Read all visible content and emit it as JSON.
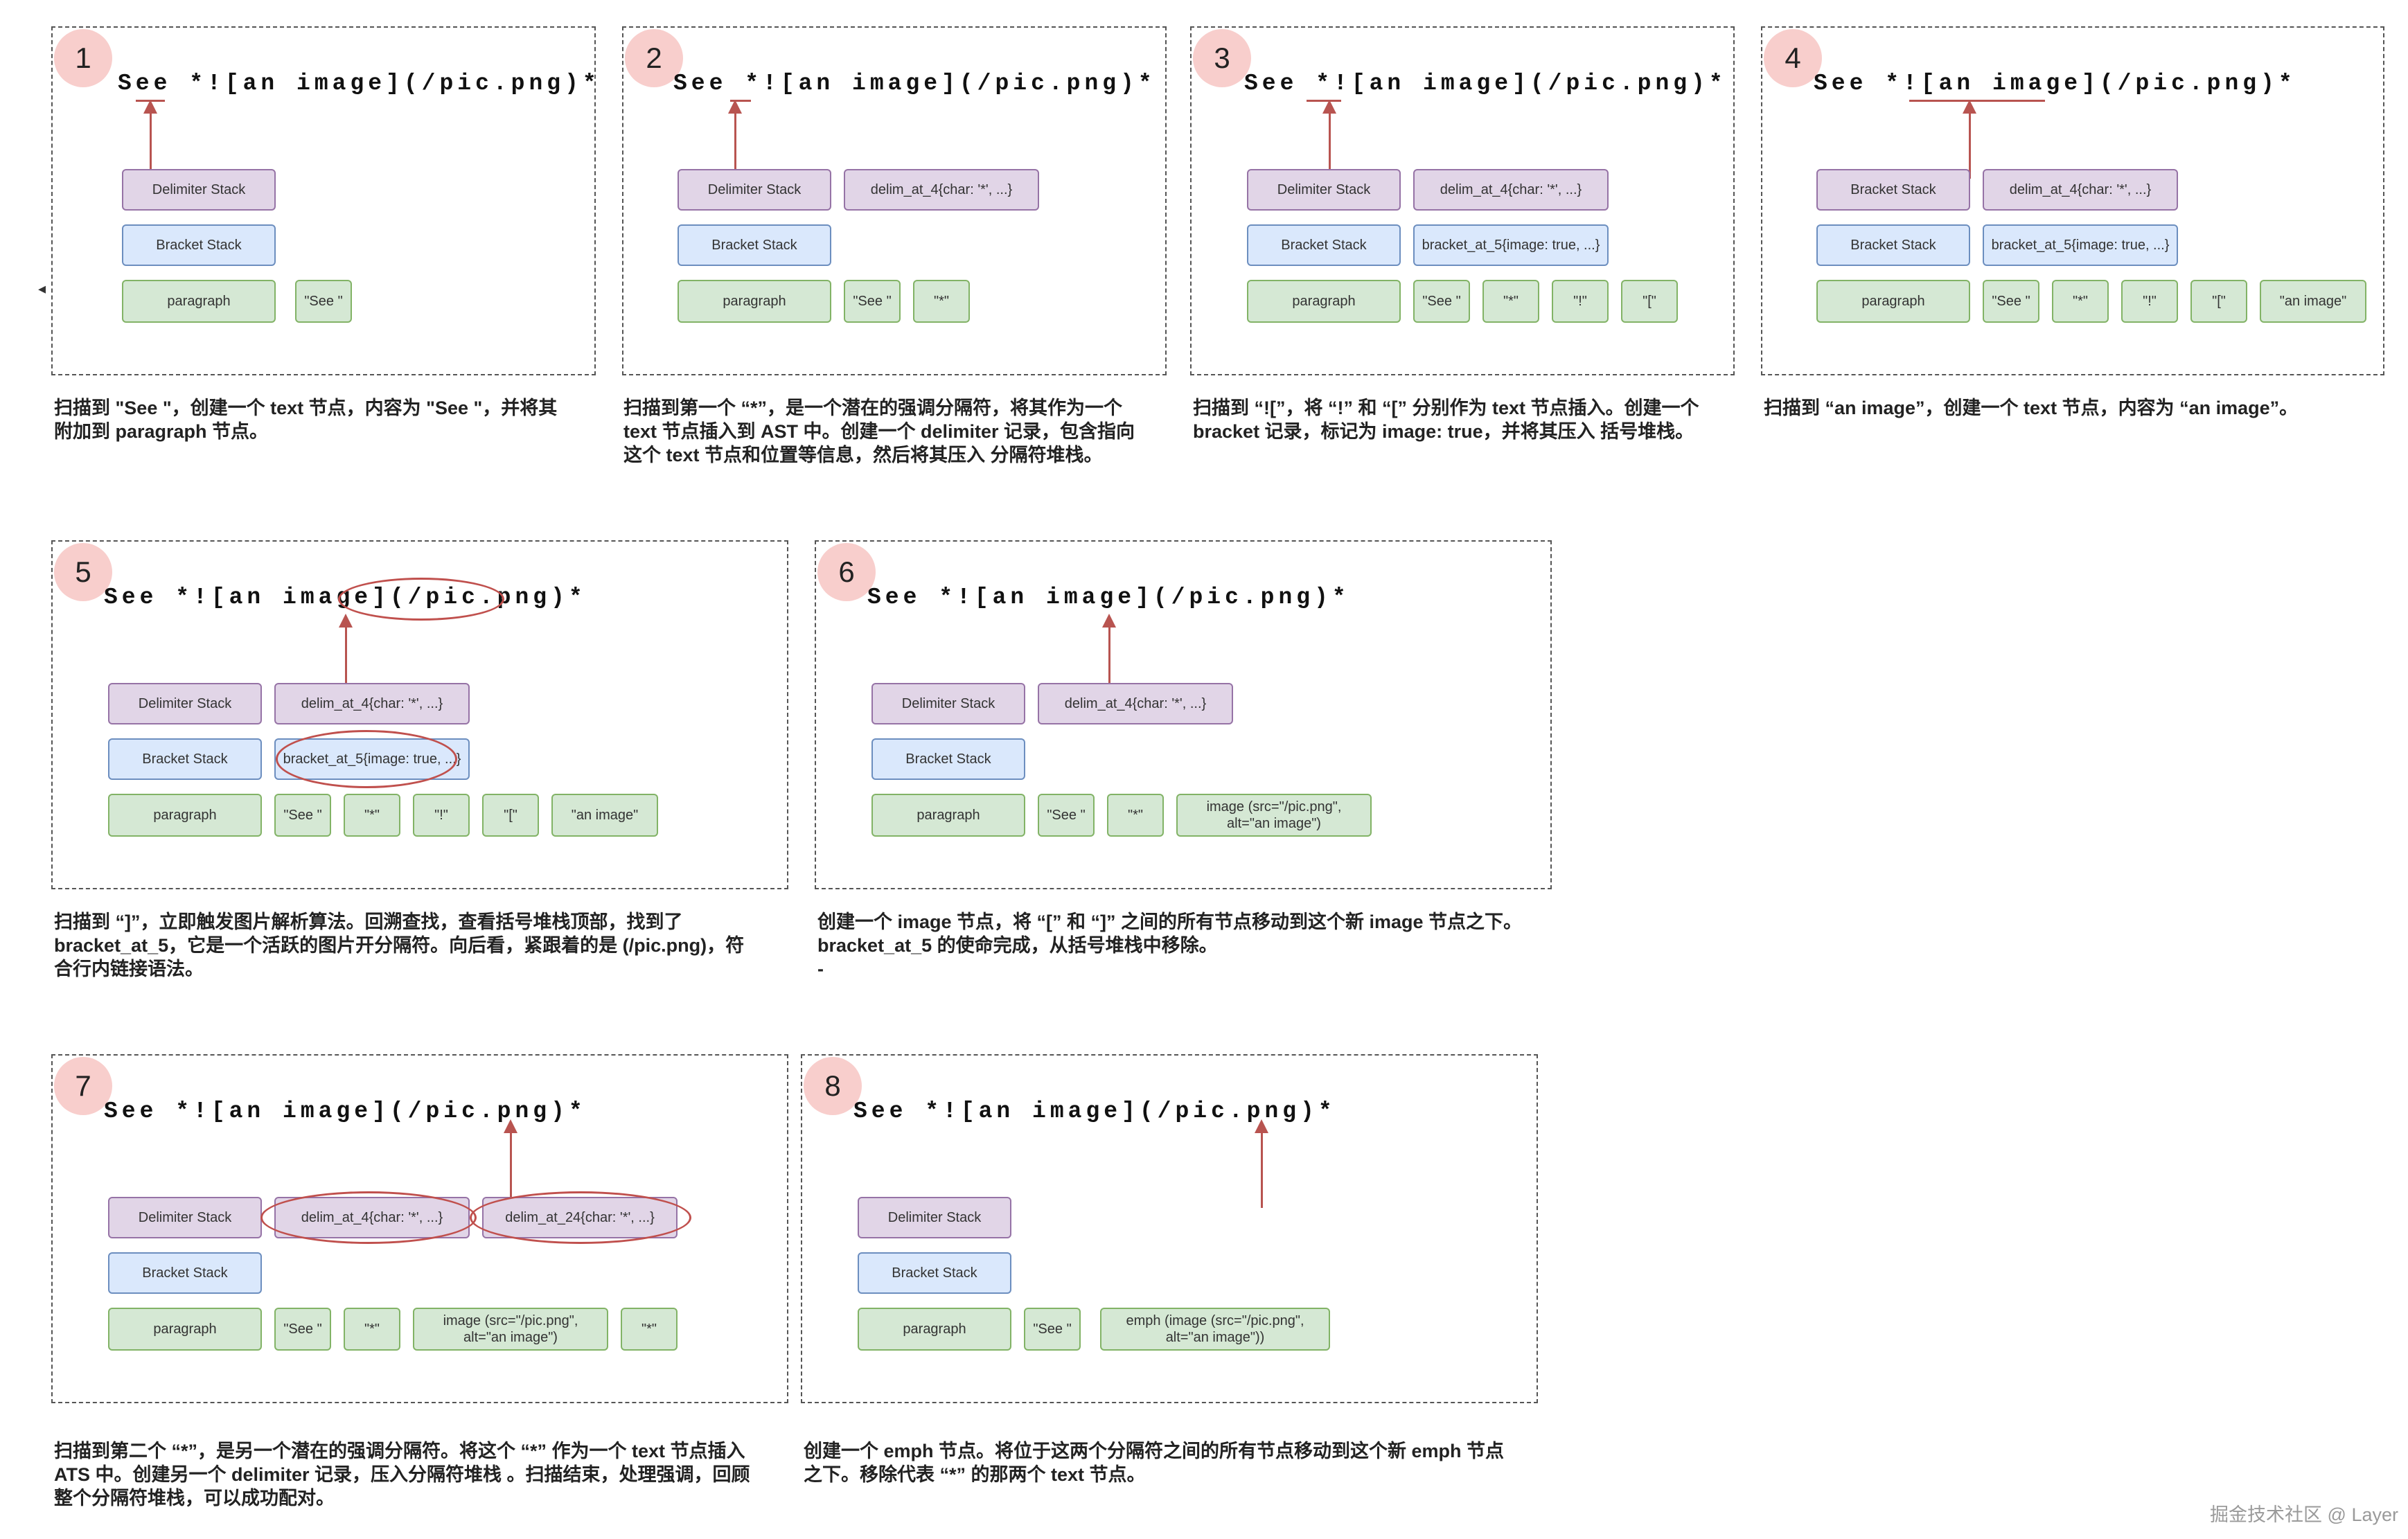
{
  "source_text": "See *![an image](/pic.png)*",
  "labels": {
    "delimiter_stack": "Delimiter Stack",
    "bracket_stack": "Bracket Stack",
    "paragraph": "paragraph",
    "delim_4": "delim_at_4{char: '*', ...}",
    "delim_24": "delim_at_24{char: '*', ...}",
    "bracket_5": "bracket_at_5{image: true, ...}",
    "t_see": "\"See \"",
    "t_star": "\"*\"",
    "t_bang": "\"!\"",
    "t_lbr": "\"[\"",
    "t_an_image": "\"an image\"",
    "image_node_1": "image (src=\"/pic.png\",",
    "image_node_2": "alt=\"an image\")",
    "emph_node_1": "emph (image (src=\"/pic.png\",",
    "emph_node_2": "alt=\"an image\"))"
  },
  "steps": [
    {
      "n": "1",
      "lines": [
        "扫描到 \"See \"，创建一个 text 节点，内容为 \"See \"，并将其",
        "附加到 paragraph 节点。"
      ]
    },
    {
      "n": "2",
      "lines": [
        "扫描到第一个 “*”，是一个潜在的强调分隔符，将其作为一个",
        "text 节点插入到 AST 中。创建一个 delimiter 记录，包含指向",
        "这个 text 节点和位置等信息，然后将其压入 分隔符堆栈。"
      ]
    },
    {
      "n": "3",
      "lines": [
        "扫描到 “![”，将 “!” 和 “[” 分别作为 text 节点插入。创建一个",
        "bracket 记录，标记为 image: true，并将其压入 括号堆栈。"
      ]
    },
    {
      "n": "4",
      "lines": [
        "扫描到 “an image”，创建一个 text 节点，内容为 “an image”。"
      ]
    },
    {
      "n": "5",
      "lines": [
        "扫描到 “]”，立即触发图片解析算法。回溯查找，查看括号堆栈顶部，找到了",
        "bracket_at_5，它是一个活跃的图片开分隔符。向后看，紧跟着的是 (/pic.png)，符",
        "合行内链接语法。"
      ]
    },
    {
      "n": "6",
      "lines": [
        "创建一个 image 节点，将 “[” 和 “]” 之间的所有节点移动到这个新 image 节点之下。",
        "bracket_at_5 的使命完成，从括号堆栈中移除。",
        "-"
      ]
    },
    {
      "n": "7",
      "lines": [
        "扫描到第二个 “*”，是另一个潜在的强调分隔符。将这个 “*” 作为一个 text 节点插入",
        "ATS 中。创建另一个 delimiter 记录，压入分隔符堆栈 。扫描结束，处理强调，回顾",
        "整个分隔符堆栈，可以成功配对。"
      ]
    },
    {
      "n": "8",
      "lines": [
        "创建一个 emph 节点。将位于这两个分隔符之间的所有节点移动到这个新 emph 节点",
        "之下。移除代表 “*” 的那两个 text 节点。"
      ]
    }
  ],
  "stray_glyph": "◂",
  "watermark": "掘金技术社区 @ Layer"
}
